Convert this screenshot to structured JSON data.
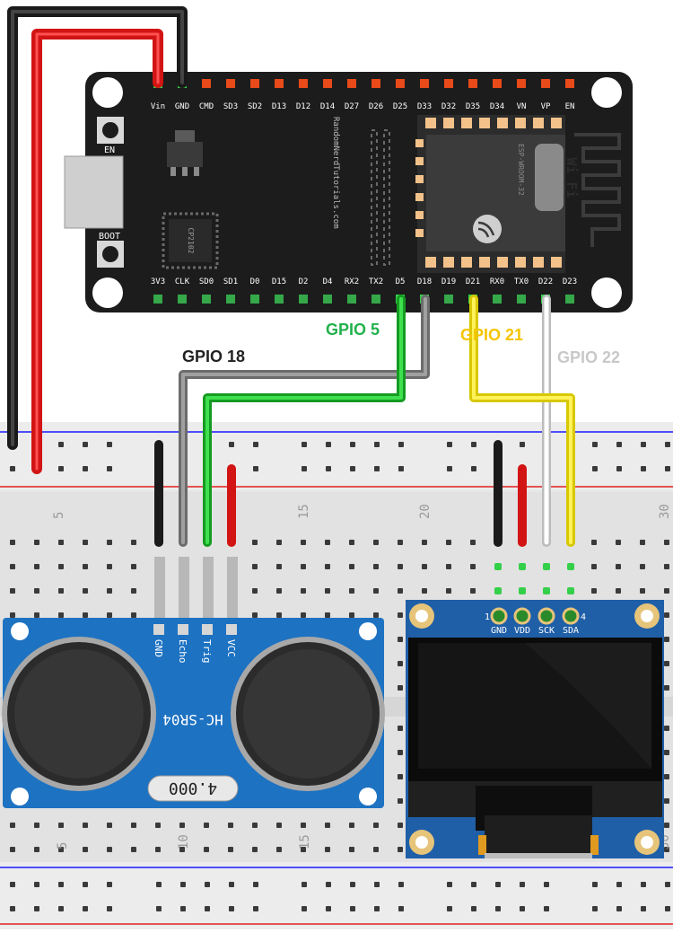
{
  "board": {
    "top_pins": [
      "Vin",
      "GND",
      "CMD",
      "SD3",
      "SD2",
      "D13",
      "D12",
      "D14",
      "D27",
      "D26",
      "D25",
      "D33",
      "D32",
      "D35",
      "D34",
      "VN",
      "VP",
      "EN"
    ],
    "bottom_pins": [
      "3V3",
      "CLK",
      "SD0",
      "SD1",
      "D0",
      "D15",
      "D2",
      "D4",
      "RX2",
      "TX2",
      "D5",
      "D18",
      "D19",
      "D21",
      "RX0",
      "TX0",
      "D22",
      "D23"
    ],
    "en_label": "EN",
    "boot_label": "BOOT",
    "chip_label": "CP2102",
    "site_label": "RandomNerdTutorials.com",
    "module_label": "ESP-WROOM-32",
    "wifi_label": "Wi Fi"
  },
  "gpio_labels": [
    {
      "text": "GPIO 5",
      "color": "#22b14c"
    },
    {
      "text": "GPIO 18",
      "color": "#222222"
    },
    {
      "text": "GPIO 21",
      "color": "#f5c400"
    },
    {
      "text": "GPIO 22",
      "color": "#c8c8c8"
    }
  ],
  "breadboard": {
    "column_numbers": [
      "5",
      "10",
      "15",
      "20",
      "30"
    ],
    "rail_colors": {
      "negative": "#1a1aff",
      "positive": "#e02020"
    }
  },
  "sensor": {
    "pins": [
      "GND",
      "Echo",
      "Trig",
      "VCC"
    ],
    "model_label": "HC-SR04",
    "crystal_label": "4.000"
  },
  "oled": {
    "pins": [
      "GND",
      "VDD",
      "SCK",
      "SDA"
    ],
    "pin_first": "1",
    "pin_last": "4"
  },
  "wire_colors": {
    "black": "#1a1a1a",
    "red": "#d21414",
    "gray": "#8c8c8c",
    "green": "#1fbf2f",
    "yellow": "#f2e400",
    "white": "#f4f4f4"
  }
}
